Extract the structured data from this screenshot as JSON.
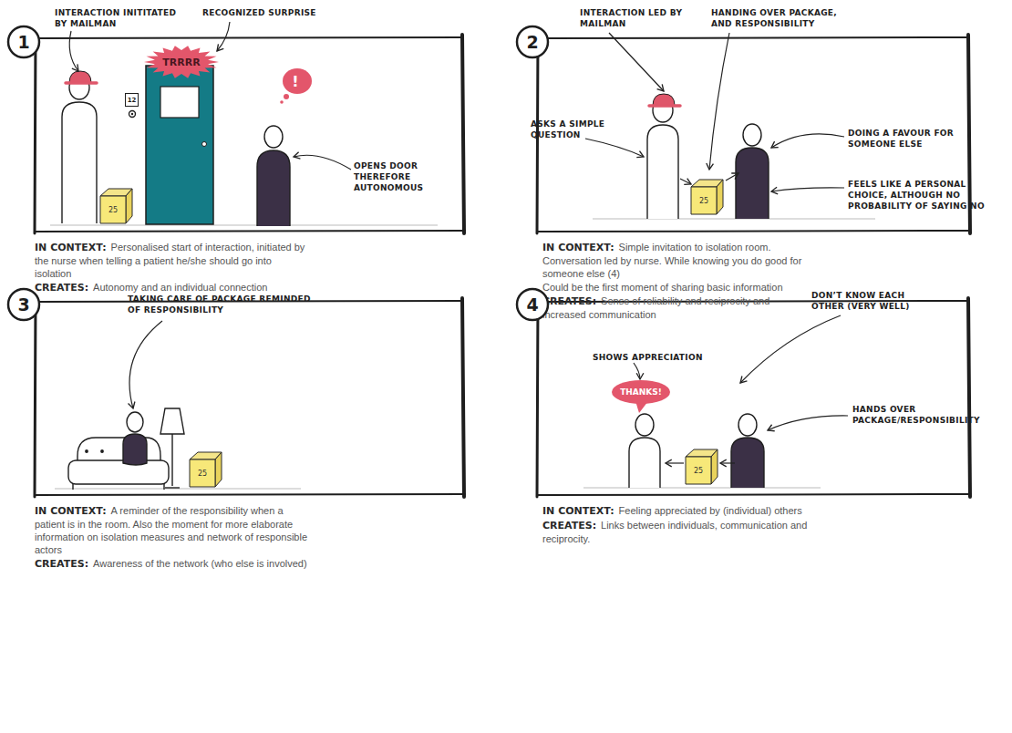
{
  "diagram": {
    "nodes": [
      {
        "text": [
          "1"
        ]
      },
      {
        "text": [
          "TRRRR"
        ]
      },
      {
        "text": [
          "12"
        ]
      },
      {
        "text": [
          "25"
        ]
      },
      {
        "text": [
          "!"
        ]
      },
      {
        "text": [
          "2"
        ]
      },
      {
        "text": [
          "25"
        ]
      },
      {
        "text": [
          "3"
        ]
      },
      {
        "text": [
          "25"
        ]
      },
      {
        "text": [
          "4"
        ]
      },
      {
        "text": [
          "THANKS!"
        ]
      },
      {
        "text": [
          "25"
        ]
      }
    ],
    "labels": [
      "INTERACTION INITITATED BY MAILMAN",
      "RECOGNIZED SURPRISE",
      "OPENS DOOR THEREFORE AUTONOMOUS",
      "IN CONTEXT:",
      "Personalised start of interaction, initiated by the nurse when telling a patient he/she should go into isolation",
      "CREATES:",
      "Autonomy and an individual connection",
      "INTERACTION LED BY MAILMAN",
      "HANDING OVER PACKAGE, AND RESPONSIBILITY",
      "ASKS A SIMPLE QUESTION",
      "DOING A FAVOUR FOR SOMEONE ELSE",
      "FEELS LIKE A PERSONAL CHOICE, ALTHOUGH NO PROBABILITY OF SAYING NO",
      "IN CONTEXT:",
      "Simple invitation to isolation room. Conversation led by nurse. While knowing you do good for someone else (4)",
      "Could be the first moment of sharing basic information",
      "CREATES:",
      "Sense of reliability and reciprocity and increased communication",
      "TAKING CARE OF PACKAGE REMINDED OF RESPONSIBILITY",
      "IN CONTEXT:",
      "A reminder of the responsibility when a patient is in the room. Also the moment for more elaborate information on isolation measures and network of responsible actors",
      "CREATES:",
      "Awareness of the network (who else is involved)",
      "SHOWS APPRECIATION",
      "DON’T KNOW EACH OTHER (VERY WELL)",
      "HANDS OVER PACKAGE/RESPONSIBILITY",
      "IN CONTEXT:",
      "Feeling appreciated by (individual) others",
      "CREATES:",
      "Links between individuals, communication and reciprocity."
    ]
  }
}
